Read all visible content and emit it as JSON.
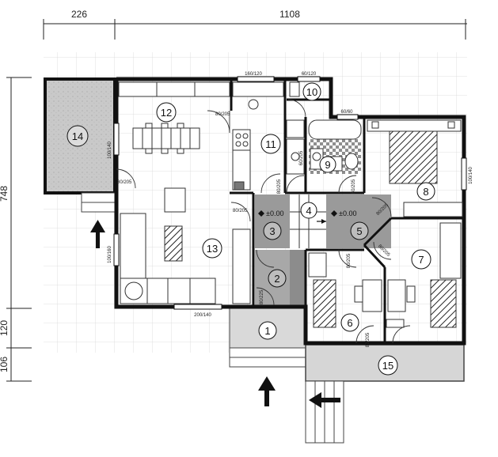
{
  "dimensions": {
    "top_left": "226",
    "top_right": "1108",
    "left_total": "748",
    "left_mid": "120",
    "left_bottom": "106"
  },
  "rooms": {
    "r1": "1",
    "r2": "2",
    "r3": "3",
    "r4": "4",
    "r5": "5",
    "r6": "6",
    "r7": "7",
    "r8": "8",
    "r9": "9",
    "r10": "10",
    "r11": "11",
    "r12": "12",
    "r13": "13",
    "r14": "14",
    "r15": "15"
  },
  "openings": {
    "win_kitchen_top": "160/120",
    "win_wc_top": "60/120",
    "win_bath_top": "60/60",
    "door_dining": "80/205",
    "win_terrace": "100/140",
    "door_terrace": "80/205",
    "win_bedroom_right": "100/140",
    "win_living_left": "100/160",
    "win_living_bottom": "200/140",
    "door_hall": "80/205",
    "door_ens": "80/205",
    "door_wc": "60/205",
    "door_kitchen": "80/205",
    "door_ent": "80/225",
    "door_bed8": "80/205",
    "door_bed7": "80/205",
    "door_living": "80/205",
    "door_bed6": "80/205"
  },
  "levels": {
    "hall": "±0.00",
    "hall2": "±0.00"
  }
}
